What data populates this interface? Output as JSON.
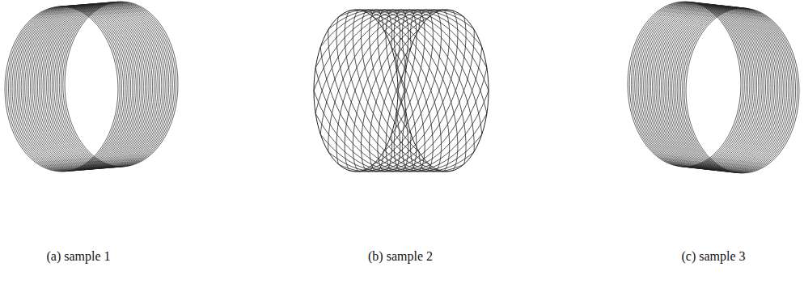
{
  "diagram": {
    "labels": [
      "(a) sample 1",
      "(b) sample 2",
      "(c) sample 3"
    ]
  }
}
